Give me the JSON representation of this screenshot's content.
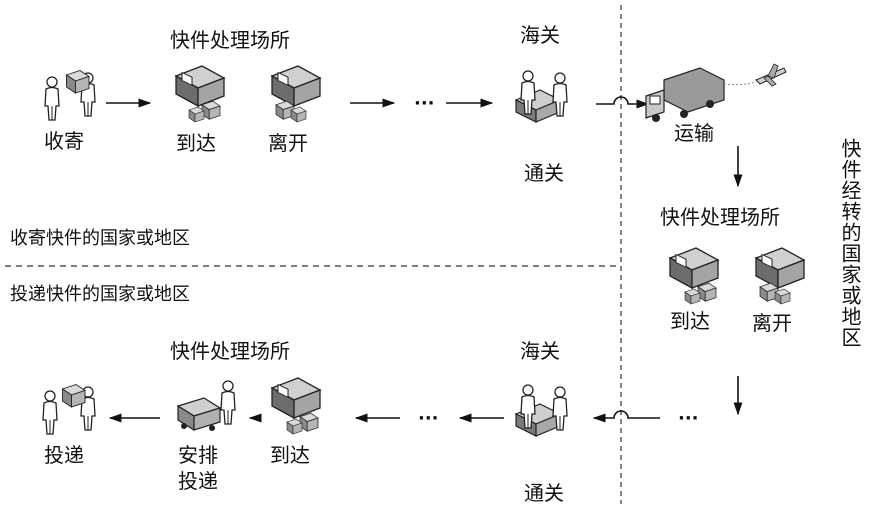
{
  "top": {
    "facility_title": "快件处理场所",
    "customs_title": "海关",
    "collect_label": "收寄",
    "arrive_label": "到达",
    "depart_label": "离开",
    "clearance_label": "通关",
    "transport_label": "运输",
    "ellipsis": "···"
  },
  "transit": {
    "facility_title": "快件处理场所",
    "arrive_label": "到达",
    "depart_label": "离开",
    "ellipsis": "···",
    "region_label": "快件经转的国家或地区"
  },
  "regions": {
    "origin": "收寄快件的国家或地区",
    "destination": "投递快件的国家或地区"
  },
  "bottom": {
    "facility_title": "快件处理场所",
    "customs_title": "海关",
    "deliver_label": "投递",
    "arrange_label_line1": "安排",
    "arrange_label_line2": "投递",
    "arrive_label": "到达",
    "clearance_label": "通关",
    "ellipsis": "···"
  },
  "icons": [
    "people-handover-icon",
    "parcel-arrive-icon",
    "parcel-depart-icon",
    "customs-officer-icon",
    "truck-icon",
    "airplane-icon",
    "cart-worker-icon"
  ]
}
